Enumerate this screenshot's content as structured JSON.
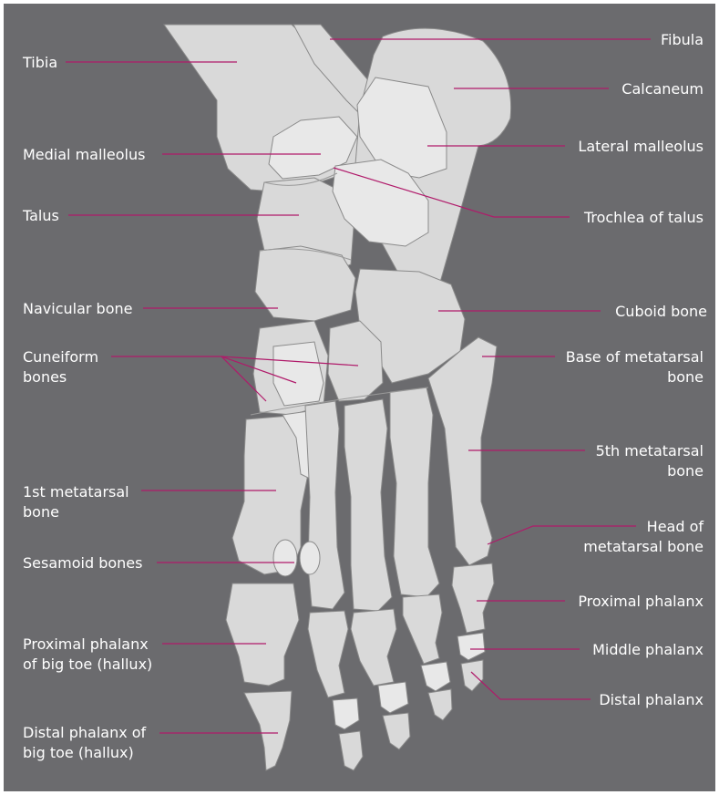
{
  "colors": {
    "background": "#6b6b6e",
    "bone": "#d9d9d9",
    "bone_light": "#e8e8e8",
    "bone_outline": "#8a8a8a",
    "leader_line": "#b01a6a",
    "label_text": "#ffffff"
  },
  "labels": {
    "tibia": [
      "Tibia"
    ],
    "medial_malleolus": [
      "Medial malleolus"
    ],
    "talus": [
      "Talus"
    ],
    "navicular": [
      "Navicular bone"
    ],
    "cuneiform": [
      "Cuneiform",
      "bones"
    ],
    "first_metatarsal": [
      "1st metatarsal",
      "bone"
    ],
    "sesamoid": [
      "Sesamoid bones"
    ],
    "proximal_phalanx_hallux": [
      "Proximal phalanx",
      "of big toe (hallux)"
    ],
    "distal_phalanx_hallux": [
      "Distal phalanx of",
      "big toe (hallux)"
    ],
    "fibula": [
      "Fibula"
    ],
    "calcaneum": [
      "Calcaneum"
    ],
    "lateral_malleolus": [
      "Lateral malleolus"
    ],
    "trochlea": [
      "Trochlea of talus"
    ],
    "cuboid": [
      "Cuboid bone"
    ],
    "base_metatarsal": [
      "Base of metatarsal",
      "bone"
    ],
    "fifth_metatarsal": [
      "5th metatarsal",
      "bone"
    ],
    "head_metatarsal": [
      "Head of",
      "metatarsal bone"
    ],
    "proximal_phalanx": [
      "Proximal phalanx"
    ],
    "middle_phalanx": [
      "Middle phalanx"
    ],
    "distal_phalanx": [
      "Distal phalanx"
    ]
  }
}
